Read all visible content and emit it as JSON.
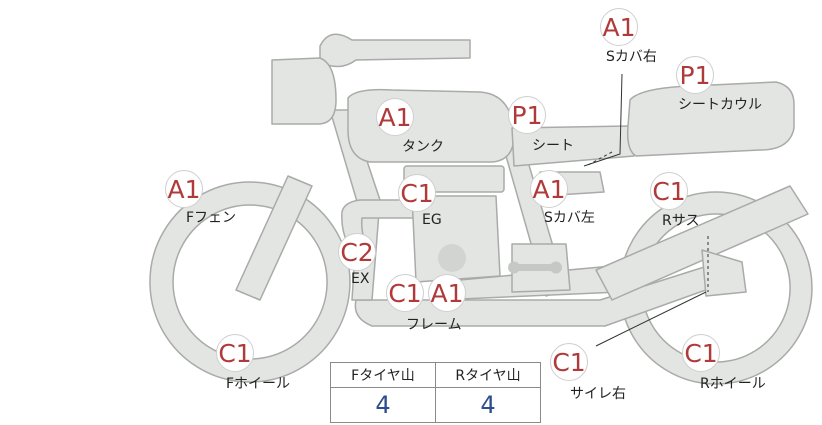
{
  "badges": {
    "s_cover_right": "A1",
    "seat_cowl": "P1",
    "tank": "A1",
    "seat": "P1",
    "f_fender": "A1",
    "eg": "C1",
    "s_cover_left": "A1",
    "r_suspension": "C1",
    "ex": "C2",
    "frame_c": "C1",
    "frame_a": "A1",
    "f_wheel": "C1",
    "side_rail_right": "C1",
    "r_wheel": "C1"
  },
  "labels": {
    "s_cover_right": "Sカバ右",
    "seat_cowl": "シートカウル",
    "tank": "タンク",
    "seat": "シート",
    "f_fender": "Fフェン",
    "eg": "EG",
    "s_cover_left": "Sカバ左",
    "r_suspension": "Rサス",
    "ex": "EX",
    "frame": "フレーム",
    "f_wheel": "Fホイール",
    "side_rail_right": "サイレ右",
    "r_wheel": "Rホイール"
  },
  "tire_table": {
    "headers": [
      "Fタイヤ山",
      "Rタイヤ山"
    ],
    "values": [
      "4",
      "4"
    ]
  },
  "colors": {
    "badge_text": "#b03a3a",
    "value_text": "#2e4d8f",
    "bike_fill": "#e3e5e2",
    "bike_stroke": "#a9aba8"
  }
}
